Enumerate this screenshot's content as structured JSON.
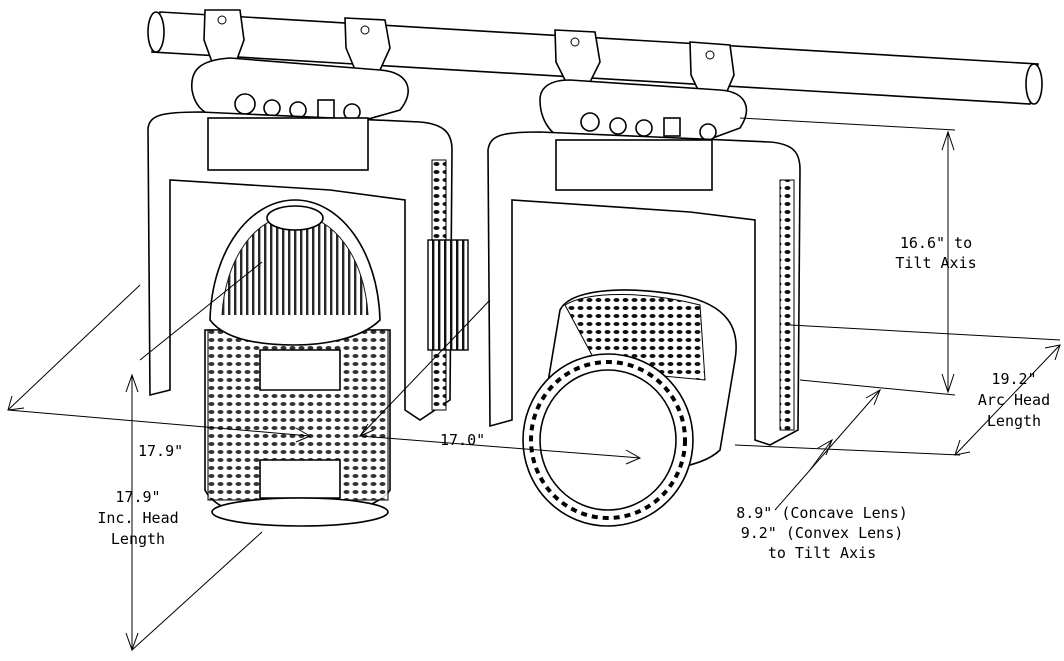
{
  "diagram": {
    "dimensions": {
      "tilt_axis_height": [
        "16.6\" to",
        "Tilt Axis"
      ],
      "arc_head_length": [
        "19.2\"",
        "Arc Head",
        "Length"
      ],
      "inc_width": "17.9\"",
      "arc_width": "17.0\"",
      "inc_head_length": [
        "17.9\"",
        "Inc. Head",
        "Length"
      ],
      "lens_to_tilt": [
        "8.9\" (Concave Lens)",
        "9.2\" (Convex Lens)",
        "to Tilt Axis"
      ]
    },
    "fixtures": [
      "incandescent-fixture",
      "arc-fixture"
    ]
  }
}
